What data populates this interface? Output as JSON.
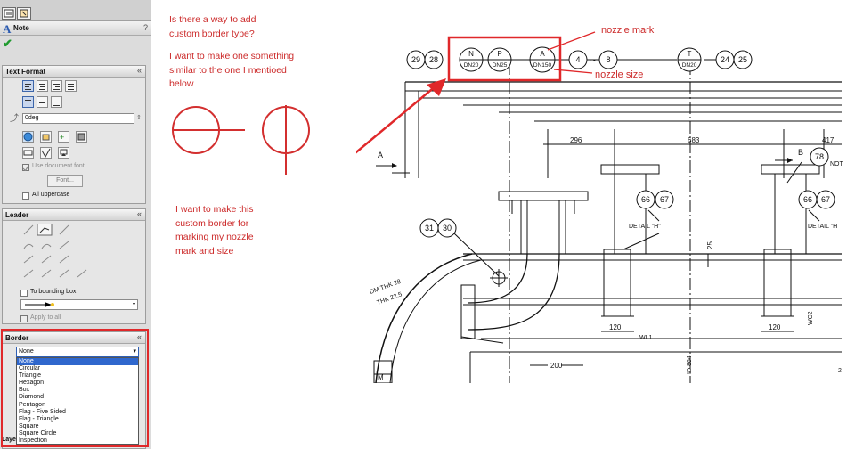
{
  "panel": {
    "title": "Note",
    "help": "?",
    "text_format": {
      "header": "Text Format",
      "angle_value": "0deg",
      "use_document_font": "Use document font",
      "font_button": "Font...",
      "all_uppercase": "All uppercase"
    },
    "leader": {
      "header": "Leader",
      "to_bounding_box": "To bounding box",
      "apply_to_all": "Apply to all"
    },
    "border": {
      "header": "Border",
      "selected": "None",
      "options": [
        "None",
        "Circular",
        "Triangle",
        "Hexagon",
        "Box",
        "Diamond",
        "Pentagon",
        "Flag - Five Sided",
        "Flag - Triangle",
        "Square",
        "Square Circle",
        "Inspection"
      ]
    },
    "layer_label": "Laye"
  },
  "question": {
    "line1": "Is there a way to add\ncustom border type?",
    "line2": "I want to make one something\nsimilar to the one I mentioed\nbelow",
    "line3": "I want to make this\ncustom border for\nmarking my nozzle\nmark and size"
  },
  "drawing": {
    "annotations": {
      "nozzle_mark": "nozzle mark",
      "nozzle_size": "nozzle size"
    },
    "balloons_top": [
      {
        "n": "29"
      },
      {
        "n": "28"
      }
    ],
    "nozzles": [
      {
        "mark": "N",
        "size": "DN20"
      },
      {
        "mark": "P",
        "size": "DN25"
      },
      {
        "mark": "A",
        "size": "DN150"
      },
      {
        "mark": "T",
        "size": "DN20"
      }
    ],
    "range_balloons": {
      "from": "4",
      "sep": "~",
      "to": "8"
    },
    "right_balloons": [
      {
        "n": "24"
      },
      {
        "n": "25"
      }
    ],
    "dims": {
      "d296": "296",
      "d683": "683",
      "d417": "417",
      "d25": "25",
      "d120a": "120",
      "d120b": "120",
      "d200": "200",
      "d864": "ID 864",
      "d2": "2"
    },
    "labels": {
      "section_a": "A",
      "section_b": "B",
      "b78": "78",
      "note_cut": "NOT",
      "detail_h1": "DETAIL \"H\"",
      "detail_h2": "DETAIL \"H",
      "b66": "66",
      "b67": "67",
      "b66b": "66",
      "b67b": "67",
      "b31": "31",
      "b30": "30",
      "thk1": "DM.THK 28",
      "thk2": "THK 22.5",
      "wl1": "WL1",
      "wc2": "WC2",
      "m": "M"
    }
  },
  "colors": {
    "accent_red": "#e0282a",
    "annotation_red": "#cc2a2a",
    "select_blue": "#2f67cd",
    "ok_green": "#1f9a2e"
  }
}
